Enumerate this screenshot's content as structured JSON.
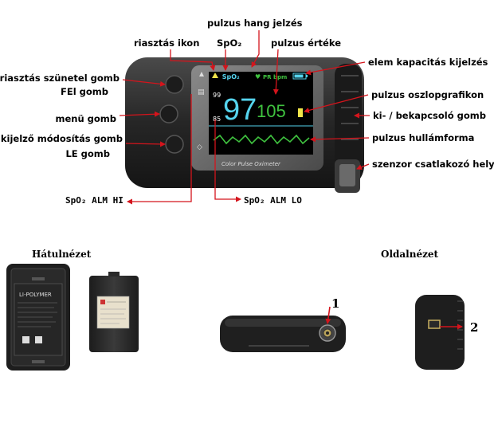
{
  "labels": {
    "pulse_sound": "pulzus hang jelzés",
    "alarm_icon": "riasztás ikon",
    "spo2_label": "SpO₂",
    "pulse_value": "pulzus értéke",
    "battery": "elem kapacitás kijelzés",
    "alarm_pause_btn": "riasztás szünetel gomb",
    "up_btn": "FEl gomb",
    "pulse_bar": "pulzus oszlopgrafikon",
    "menu_btn": "menü gomb",
    "power_btn": "ki- / bekapcsoló gomb",
    "display_mode_btn": "kijelző módosítás gomb",
    "down_btn": "LE gomb",
    "pulse_wave": "pulzus hullámforma",
    "sensor_port": "szenzor csatlakozó hely",
    "spo2_alm_hi": "SpO₂ ALM HI",
    "spo2_alm_lo": "SpO₂ ALM LO"
  },
  "screen": {
    "spo2_big": "97",
    "pulse_big": "105",
    "alm_hi_value": "99",
    "alm_lo_value": "85",
    "spo2_small": " SpO₂",
    "pr_unit": "PR bpm",
    "brand": "Color Pulse Oximeter"
  },
  "battery_pack": {
    "label": "LI-POLYMER"
  },
  "sections": {
    "back_view": "Hátulnézet",
    "side_view": "Oldalnézet"
  },
  "callouts": {
    "one": "1",
    "two": "2"
  },
  "colors": {
    "callout_red": "#d4141c",
    "device_body": "#2b2b2b",
    "screen_cyan": "#55d4ee",
    "screen_green": "#3fc23f",
    "screen_yellow": "#f0e44a"
  }
}
